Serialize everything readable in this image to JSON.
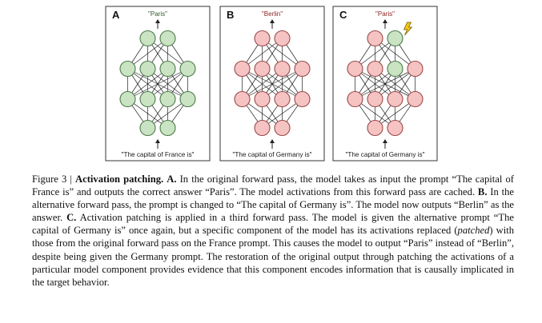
{
  "panels": [
    {
      "letter": "A",
      "output": "\"Paris\"",
      "prompt": "\"The capital of France is\"",
      "theme": "green",
      "patched": false
    },
    {
      "letter": "B",
      "output": "\"Berlin\"",
      "prompt": "\"The capital of Germany is\"",
      "theme": "pink",
      "patched": false
    },
    {
      "letter": "C",
      "output": "\"Paris\"",
      "prompt": "\"The capital of Germany is\"",
      "theme": "pink",
      "patched": true
    }
  ],
  "colors": {
    "green_fill": "#c9e3c3",
    "green_stroke": "#4e7a4a",
    "green_text": "#2f5a2b",
    "pink_fill": "#f6c3c3",
    "pink_stroke": "#9b4a4a",
    "pink_text": "#8a1f1f",
    "bolt": "#f0c419",
    "bolt_stroke": "#6b5500",
    "line": "#222222"
  },
  "caption": {
    "fig_num": "Figure 3 |",
    "heading": "Activation patching.",
    "a_label": "A.",
    "a_text": "In the original forward pass, the model takes as input the prompt “The capital of France is” and outputs the correct answer “Paris”. The model activations from this forward pass are cached.",
    "b_label": "B.",
    "b_text": "In the alternative forward pass, the prompt is changed to “The capital of Germany is”. The model now outputs “Berlin” as the answer.",
    "c_label": "C.",
    "c_text_1": "Activation patching is applied in a third forward pass. The model is given the alternative prompt “The capital of Germany is” once again, but a specific component of the model has its activations replaced (",
    "c_patched": "patched",
    "c_text_2": ") with those from the original forward pass on the France prompt. This causes the model to output “Paris” instead of “Berlin”, despite being given the Germany prompt. The restoration of the original output through patching the activations of a particular model component provides evidence that this component encodes information that is causally implicated in the target behavior."
  }
}
